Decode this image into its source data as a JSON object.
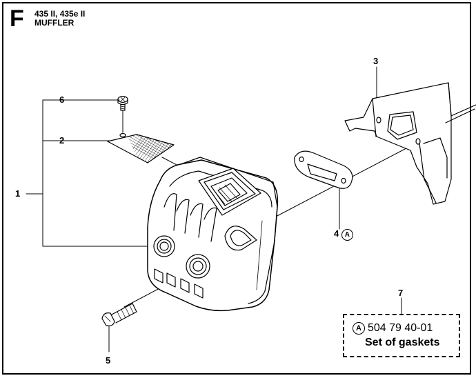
{
  "header": {
    "section_letter": "F",
    "model": "435 II, 435e II",
    "name": "MUFFLER"
  },
  "callouts": {
    "c1": "1",
    "c2": "2",
    "c3": "3",
    "c4": "4",
    "c5": "5",
    "c6": "6",
    "c7": "7"
  },
  "kit_marker": "A",
  "kit": {
    "marker": "A",
    "part_number": "504 79 40-01",
    "description": "Set of gaskets"
  }
}
